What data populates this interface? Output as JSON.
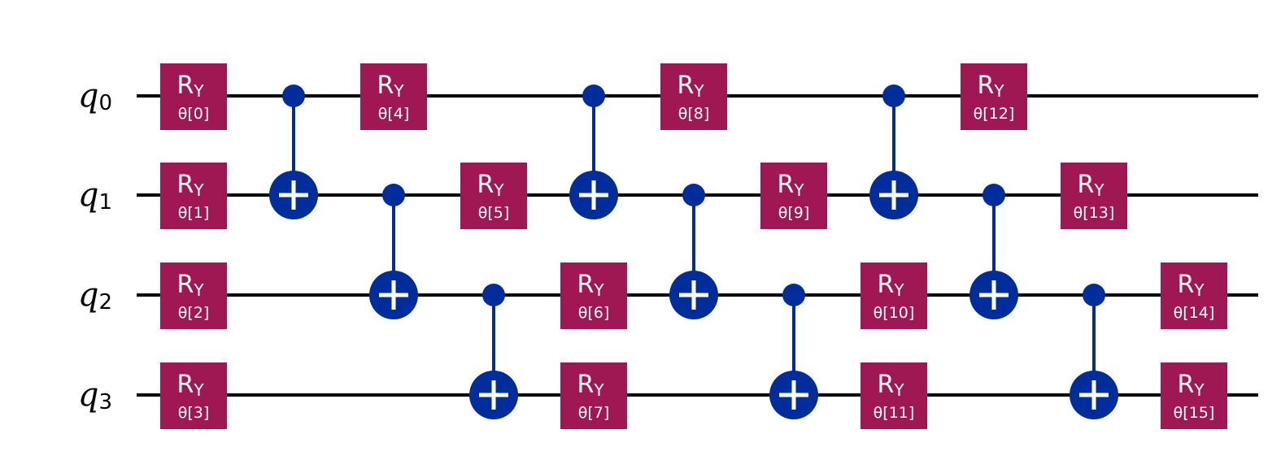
{
  "colors": {
    "gate": "#9F1853",
    "cnot": "#002D9C",
    "wire": "#000000"
  },
  "qubits": [
    {
      "name": "q",
      "index": "0"
    },
    {
      "name": "q",
      "index": "1"
    },
    {
      "name": "q",
      "index": "2"
    },
    {
      "name": "q",
      "index": "3"
    }
  ],
  "gates": [
    {
      "type": "ry",
      "label": "R",
      "sub": "Y",
      "param": "θ[0]",
      "qubit": 0,
      "column": 0
    },
    {
      "type": "ry",
      "label": "R",
      "sub": "Y",
      "param": "θ[1]",
      "qubit": 1,
      "column": 0
    },
    {
      "type": "ry",
      "label": "R",
      "sub": "Y",
      "param": "θ[2]",
      "qubit": 2,
      "column": 0
    },
    {
      "type": "ry",
      "label": "R",
      "sub": "Y",
      "param": "θ[3]",
      "qubit": 3,
      "column": 0
    },
    {
      "type": "cx",
      "control": 0,
      "target": 1,
      "column": 1
    },
    {
      "type": "ry",
      "label": "R",
      "sub": "Y",
      "param": "θ[4]",
      "qubit": 0,
      "column": 2
    },
    {
      "type": "cx",
      "control": 1,
      "target": 2,
      "column": 2
    },
    {
      "type": "ry",
      "label": "R",
      "sub": "Y",
      "param": "θ[5]",
      "qubit": 1,
      "column": 3
    },
    {
      "type": "cx",
      "control": 2,
      "target": 3,
      "column": 3
    },
    {
      "type": "cx",
      "control": 0,
      "target": 1,
      "column": 4
    },
    {
      "type": "ry",
      "label": "R",
      "sub": "Y",
      "param": "θ[6]",
      "qubit": 2,
      "column": 4
    },
    {
      "type": "ry",
      "label": "R",
      "sub": "Y",
      "param": "θ[7]",
      "qubit": 3,
      "column": 4
    },
    {
      "type": "ry",
      "label": "R",
      "sub": "Y",
      "param": "θ[8]",
      "qubit": 0,
      "column": 5
    },
    {
      "type": "cx",
      "control": 1,
      "target": 2,
      "column": 5
    },
    {
      "type": "ry",
      "label": "R",
      "sub": "Y",
      "param": "θ[9]",
      "qubit": 1,
      "column": 6
    },
    {
      "type": "cx",
      "control": 2,
      "target": 3,
      "column": 6
    },
    {
      "type": "cx",
      "control": 0,
      "target": 1,
      "column": 7
    },
    {
      "type": "ry",
      "label": "R",
      "sub": "Y",
      "param": "θ[10]",
      "qubit": 2,
      "column": 7
    },
    {
      "type": "ry",
      "label": "R",
      "sub": "Y",
      "param": "θ[11]",
      "qubit": 3,
      "column": 7
    },
    {
      "type": "ry",
      "label": "R",
      "sub": "Y",
      "param": "θ[12]",
      "qubit": 0,
      "column": 8
    },
    {
      "type": "cx",
      "control": 1,
      "target": 2,
      "column": 8
    },
    {
      "type": "ry",
      "label": "R",
      "sub": "Y",
      "param": "θ[13]",
      "qubit": 1,
      "column": 9
    },
    {
      "type": "cx",
      "control": 2,
      "target": 3,
      "column": 9
    },
    {
      "type": "ry",
      "label": "R",
      "sub": "Y",
      "param": "θ[14]",
      "qubit": 2,
      "column": 10
    },
    {
      "type": "ry",
      "label": "R",
      "sub": "Y",
      "param": "θ[15]",
      "qubit": 3,
      "column": 10
    }
  ]
}
